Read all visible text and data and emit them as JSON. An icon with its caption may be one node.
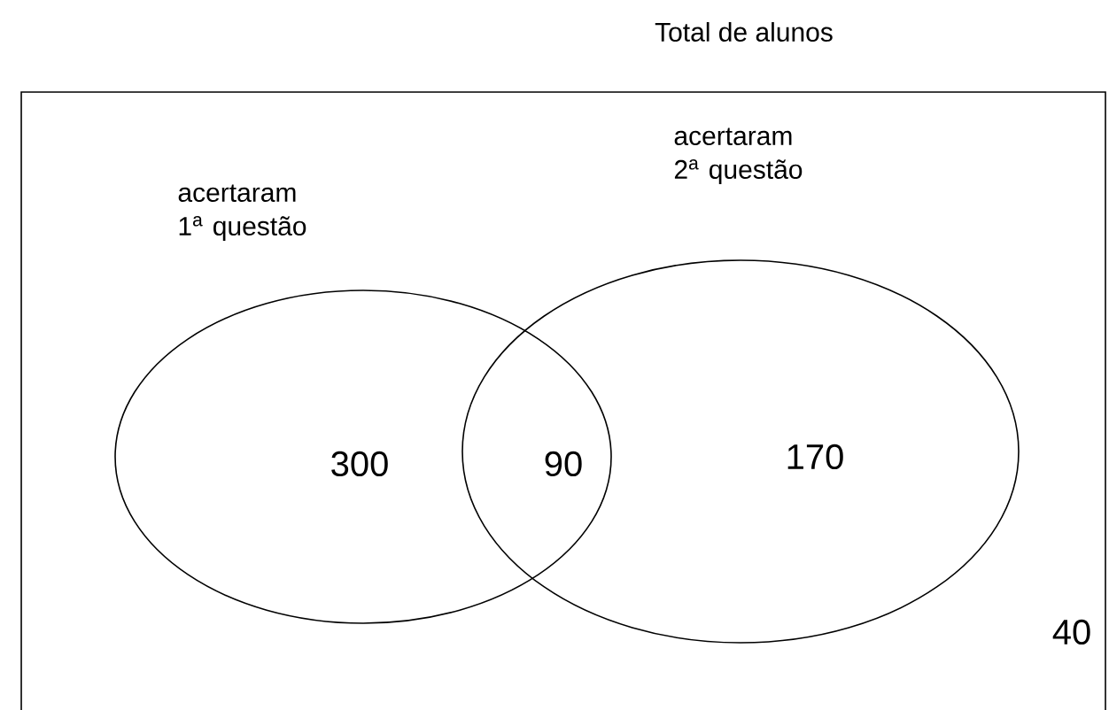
{
  "diagram": {
    "nodes": [
      {
        "text": [
          "Total de alunos",
          "40"
        ]
      },
      {
        "text": [
          "acertaram 1$^{a}$ questão",
          "300"
        ],
        "in": 0
      },
      {
        "text": [
          "acertaram 2$^{a}$ questão",
          "170"
        ],
        "in": 0
      }
    ],
    "labels": [
      "90"
    ]
  }
}
